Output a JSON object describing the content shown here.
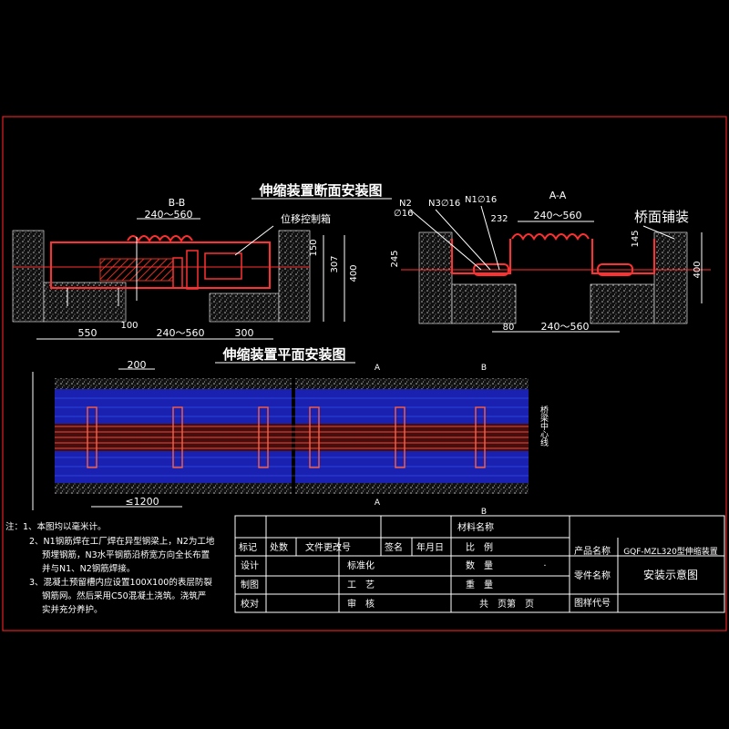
{
  "titles": {
    "section": "伸缩装置断面安装图",
    "plan": "伸缩装置平面安装图"
  },
  "section_left": {
    "label": "B-B",
    "top_dim": "240～560",
    "callout": "位移控制箱",
    "dim_150": "150",
    "dim_307": "307",
    "dim_400": "400",
    "dim_550": "550",
    "dim_100": "100",
    "dim_240_560": "240～560",
    "dim_300": "300"
  },
  "section_right": {
    "n2": "N2",
    "n2_dia": "∅16",
    "n3": "N3∅16",
    "n1": "N1∅16",
    "label": "A-A",
    "dim_232": "232",
    "top_dim": "240～560",
    "bridge_deck": "桥面铺装",
    "dim_145": "145",
    "dim_245": "245",
    "dim_400": "400",
    "dim_80": "80",
    "dim_240_560": "240～560"
  },
  "plan": {
    "dim_200": "200",
    "dim_1200": "≤1200",
    "mark_a": "A",
    "mark_b": "B",
    "centerline": "桥梁中心线"
  },
  "notes": {
    "heading": "注：1、本图均以毫米计。",
    "n2_l1": "2、N1钢筋焊在工厂焊在异型钢梁上，N2为工地",
    "n2_l2": "预埋钢筋，N3水平钢筋沿桥宽方向全长布置",
    "n2_l3": "并与N1、N2钢筋焊接。",
    "n3_l1": "3、混凝土预留槽内应设置100X100的表层防裂",
    "n3_l2": "钢筋网。然后采用C50混凝土浇筑。浇筑严",
    "n3_l3": "实并充分养护。"
  },
  "title_block": {
    "material": "材料名称",
    "biaoji": "标记",
    "chushu": "处数",
    "wenjian": "文件更改号",
    "qianming": "签名",
    "nianyueri": "年月日",
    "bili": "比　例",
    "chanpin_label": "产品名称",
    "chanpin_value": "GQF-MZL320型伸缩装置",
    "sheji": "设计",
    "biaozhunhua": "标准化",
    "shuliang": "数　量",
    "dot": "·",
    "lingjian_label": "零件名称",
    "lingjian_value": "安装示意图",
    "zhitu": "制图",
    "gongyi": "工　艺",
    "zhongliang": "重　量",
    "jiaodui": "校对",
    "shenhe": "审　核",
    "gongye": "共　页第　页",
    "tuyang": "图样代号"
  }
}
